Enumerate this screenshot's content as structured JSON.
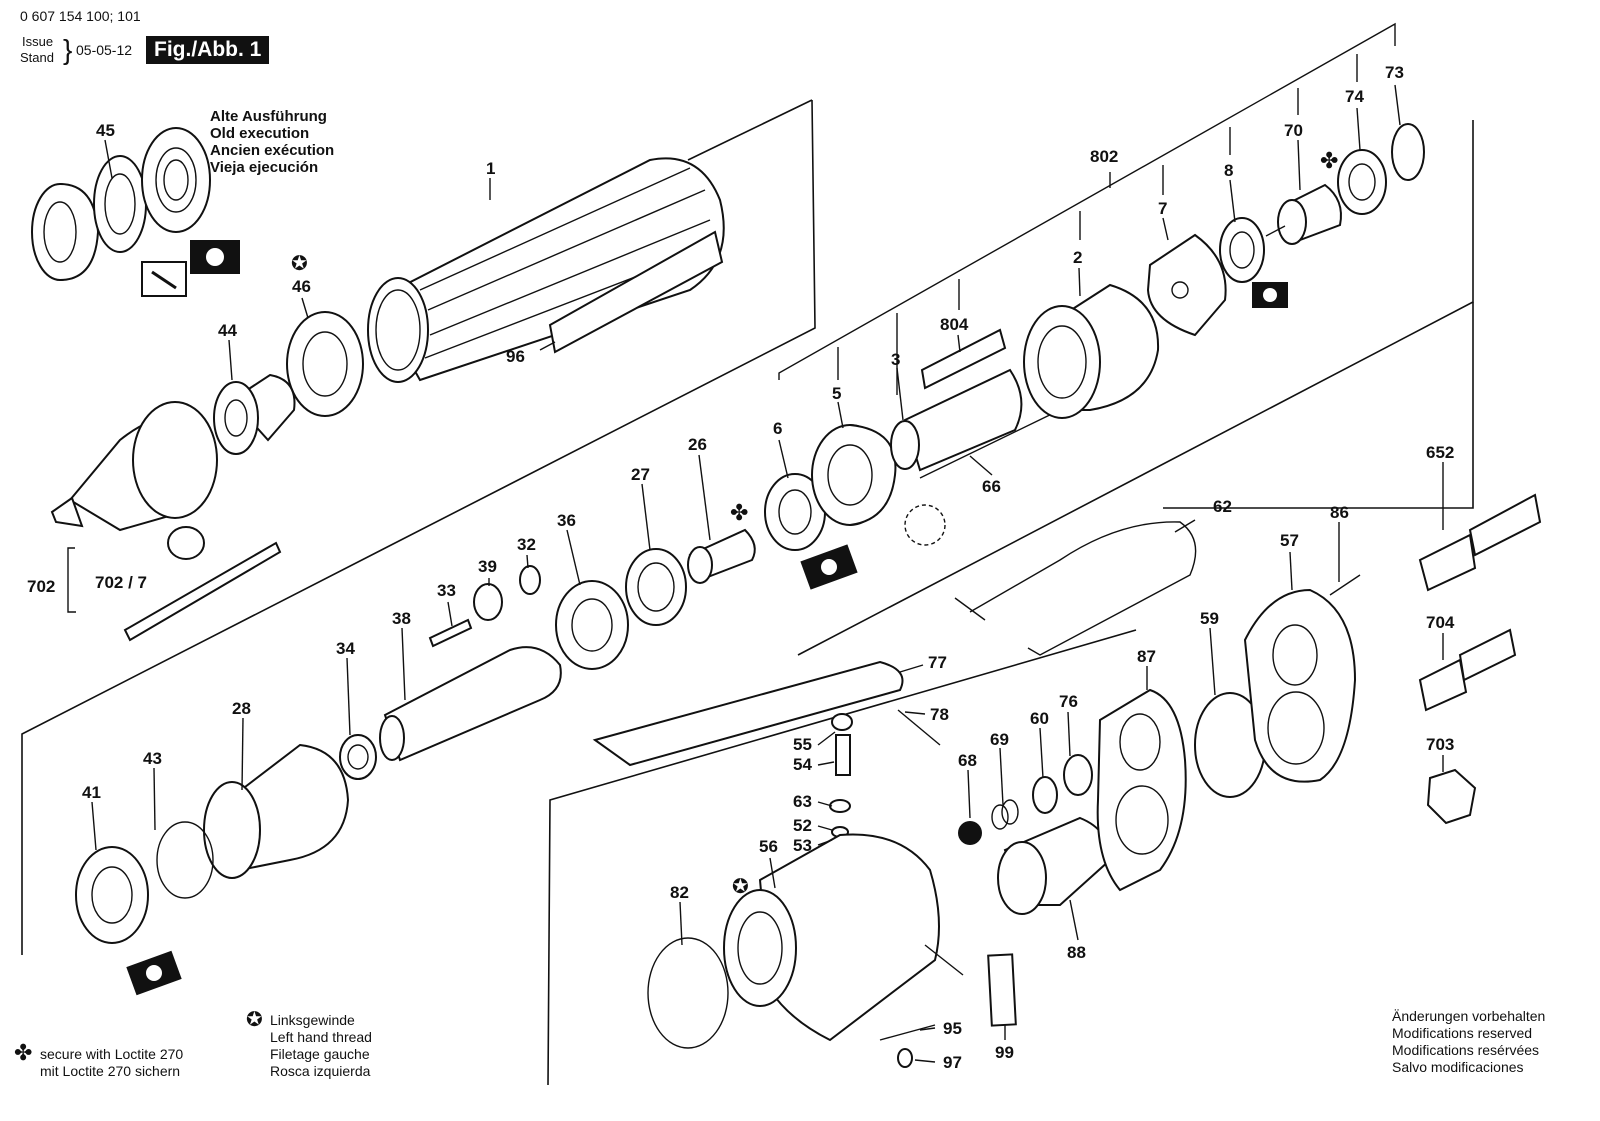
{
  "header": {
    "part_number": "0 607 154 100; 101",
    "issue_label": "Issue",
    "stand_label": "Stand",
    "date": "05-05-12",
    "figure": "Fig./Abb. 1"
  },
  "old_execution_note": [
    "Alte Ausführung",
    "Old execution",
    "Ancien exécution",
    "Vieja ejecución"
  ],
  "left_thread_note": [
    "Linksgewinde",
    "Left hand thread",
    "Filetage gauche",
    "Rosca izquierda"
  ],
  "loctite_note": [
    "secure with Loctite 270",
    "mit Loctite 270 sichern"
  ],
  "modifications_note": [
    "Änderungen vorbehalten",
    "Modifications reserved",
    "Modifications resérvées",
    "Salvo modificaciones"
  ],
  "symbols": {
    "club": "✤",
    "star": "✪"
  },
  "parts": [
    {
      "id": "p1",
      "label": "1"
    },
    {
      "id": "p2",
      "label": "2"
    },
    {
      "id": "p3",
      "label": "3"
    },
    {
      "id": "p5",
      "label": "5"
    },
    {
      "id": "p6",
      "label": "6"
    },
    {
      "id": "p7",
      "label": "7"
    },
    {
      "id": "p8",
      "label": "8"
    },
    {
      "id": "p26",
      "label": "26"
    },
    {
      "id": "p27",
      "label": "27"
    },
    {
      "id": "p28",
      "label": "28"
    },
    {
      "id": "p32",
      "label": "32"
    },
    {
      "id": "p33",
      "label": "33"
    },
    {
      "id": "p34",
      "label": "34"
    },
    {
      "id": "p36",
      "label": "36"
    },
    {
      "id": "p38",
      "label": "38"
    },
    {
      "id": "p39",
      "label": "39"
    },
    {
      "id": "p41",
      "label": "41"
    },
    {
      "id": "p43",
      "label": "43"
    },
    {
      "id": "p44",
      "label": "44"
    },
    {
      "id": "p45",
      "label": "45"
    },
    {
      "id": "p46",
      "label": "46"
    },
    {
      "id": "p52",
      "label": "52"
    },
    {
      "id": "p53",
      "label": "53"
    },
    {
      "id": "p54",
      "label": "54"
    },
    {
      "id": "p55",
      "label": "55"
    },
    {
      "id": "p56",
      "label": "56"
    },
    {
      "id": "p57",
      "label": "57"
    },
    {
      "id": "p59",
      "label": "59"
    },
    {
      "id": "p60",
      "label": "60"
    },
    {
      "id": "p62",
      "label": "62"
    },
    {
      "id": "p63",
      "label": "63"
    },
    {
      "id": "p66",
      "label": "66"
    },
    {
      "id": "p68",
      "label": "68"
    },
    {
      "id": "p69",
      "label": "69"
    },
    {
      "id": "p70",
      "label": "70"
    },
    {
      "id": "p73",
      "label": "73"
    },
    {
      "id": "p74",
      "label": "74"
    },
    {
      "id": "p76",
      "label": "76"
    },
    {
      "id": "p77",
      "label": "77"
    },
    {
      "id": "p78",
      "label": "78"
    },
    {
      "id": "p82",
      "label": "82"
    },
    {
      "id": "p86",
      "label": "86"
    },
    {
      "id": "p87",
      "label": "87"
    },
    {
      "id": "p88",
      "label": "88"
    },
    {
      "id": "p95",
      "label": "95"
    },
    {
      "id": "p96",
      "label": "96"
    },
    {
      "id": "p97",
      "label": "97"
    },
    {
      "id": "p99",
      "label": "99"
    },
    {
      "id": "p652",
      "label": "652"
    },
    {
      "id": "p702",
      "label": "702"
    },
    {
      "id": "p7027",
      "label": "702 / 7"
    },
    {
      "id": "p703",
      "label": "703"
    },
    {
      "id": "p704",
      "label": "704"
    },
    {
      "id": "p802",
      "label": "802"
    },
    {
      "id": "p804",
      "label": "804"
    }
  ]
}
